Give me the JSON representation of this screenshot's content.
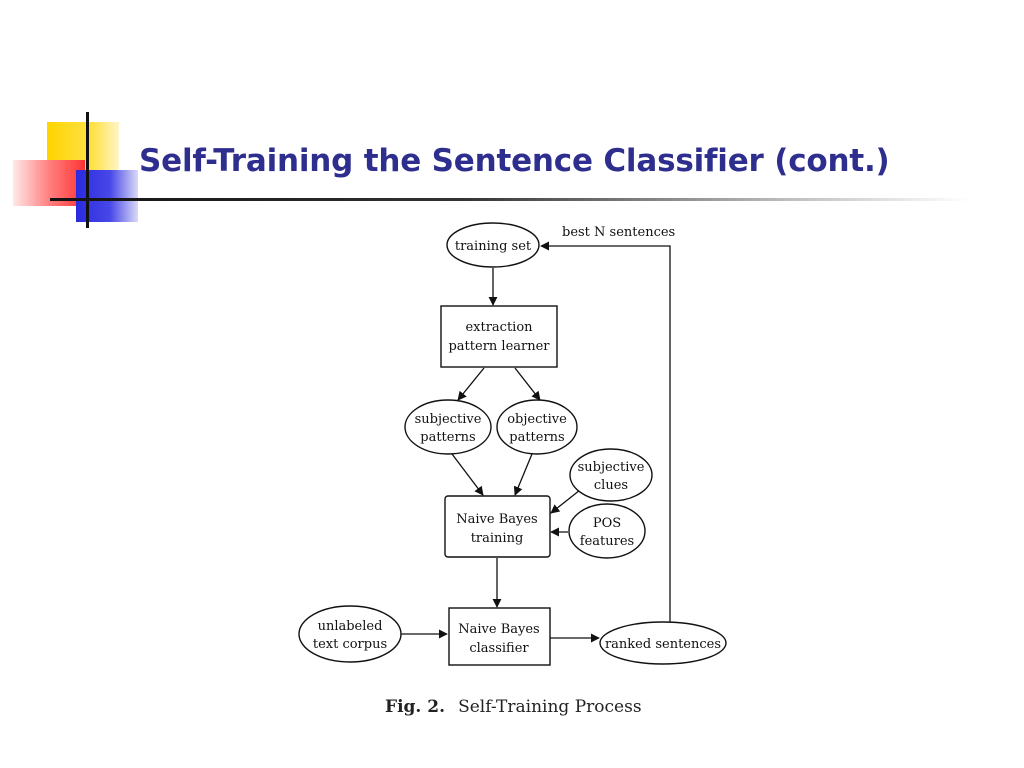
{
  "slide": {
    "title": "Self-Training the Sentence Classifier (cont.)"
  },
  "colors": {
    "title": "#2e2e8f",
    "accent_yellow": "#ffd700",
    "accent_red": "#ff3333",
    "accent_blue": "#2a2ae0"
  },
  "diagram": {
    "nodes": {
      "training_set": [
        "training set"
      ],
      "pattern_learner": [
        "extraction",
        "pattern  learner"
      ],
      "subjective_patterns": [
        "subjective",
        "patterns"
      ],
      "objective_patterns": [
        "objective",
        "patterns"
      ],
      "subjective_clues": [
        "subjective",
        "clues"
      ],
      "pos_features": [
        "POS",
        "features"
      ],
      "nb_training": [
        "Naive  Bayes",
        "training"
      ],
      "unlabeled_corpus": [
        "unlabeled",
        "text corpus"
      ],
      "nb_classifier": [
        "Naive Bayes",
        "classifier"
      ],
      "ranked_sentences": [
        "ranked sentences"
      ]
    },
    "edge_label_best_n": "best N sentences"
  },
  "caption": {
    "label": "Fig. 2.",
    "text": "Self-Training Process"
  }
}
